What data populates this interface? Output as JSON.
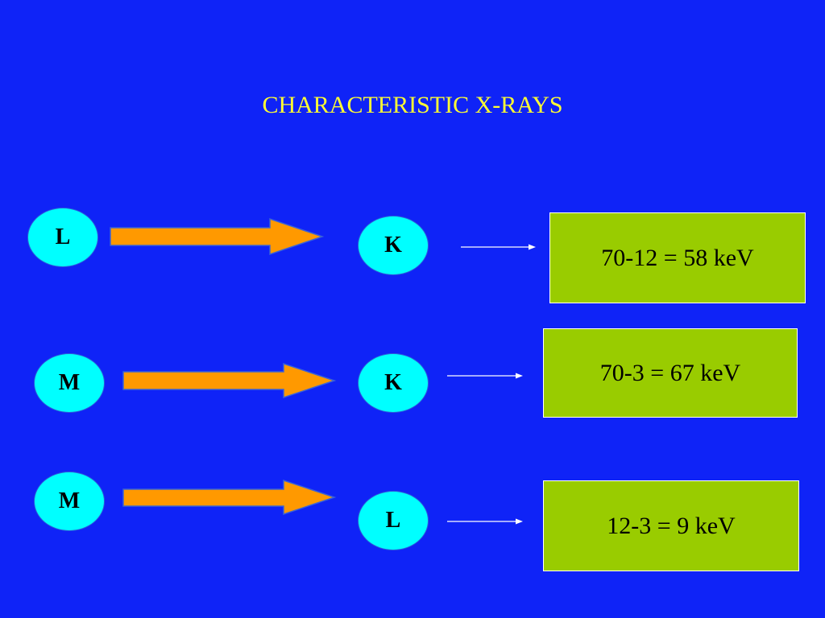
{
  "title": "CHARACTERISTIC X-RAYS",
  "colors": {
    "background": "#0F23F7",
    "title": "#FFFF33",
    "shell_fill": "#00FFFF",
    "box_fill": "#99CC00",
    "arrow_fill": "#FF9900"
  },
  "transitions": [
    {
      "from": "L",
      "to": "K",
      "energy": "70-12 = 58 keV"
    },
    {
      "from": "M",
      "to": "K",
      "energy": "70-3 = 67 keV"
    },
    {
      "from": "M",
      "to": "L",
      "energy": "12-3 = 9 keV"
    }
  ]
}
